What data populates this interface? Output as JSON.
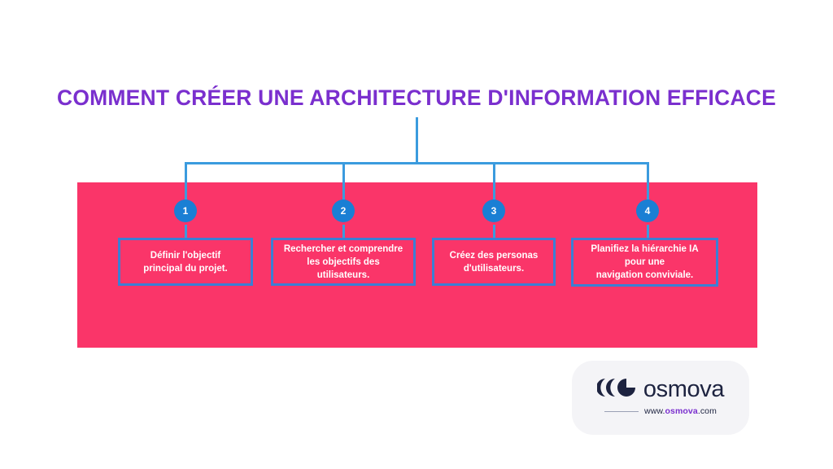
{
  "colors": {
    "title_purple": "#7a2fce",
    "band_pink": "#fa3569",
    "connector_blue": "#3b9bde",
    "node_blue": "#1a7fd4",
    "box_border_blue": "#3b7fd4",
    "logo_navy": "#1d2340",
    "logo_card_bg": "#f4f4f7",
    "page_bg": "#ffffff"
  },
  "header": {
    "title": "COMMENT CRÉER UNE ARCHITECTURE D'INFORMATION EFFICACE"
  },
  "diagram": {
    "type": "tree-flowchart",
    "orientation": "top-down",
    "branch_count": 4,
    "steps": [
      {
        "number": "1",
        "text": "Définir l'objectif\nprincipal du projet."
      },
      {
        "number": "2",
        "text": "Rechercher et comprendre\nles objectifs des utilisateurs."
      },
      {
        "number": "3",
        "text": "Créez des personas\nd'utilisateurs."
      },
      {
        "number": "4",
        "text": "Planifiez la hiérarchie IA\npour une\nnavigation conviviale."
      }
    ]
  },
  "logo": {
    "mark_name": "osmova-crescents-mark",
    "wordmark": "osmova",
    "url_prefix": "www.",
    "url_brand": "osmova",
    "url_suffix": ".com"
  }
}
